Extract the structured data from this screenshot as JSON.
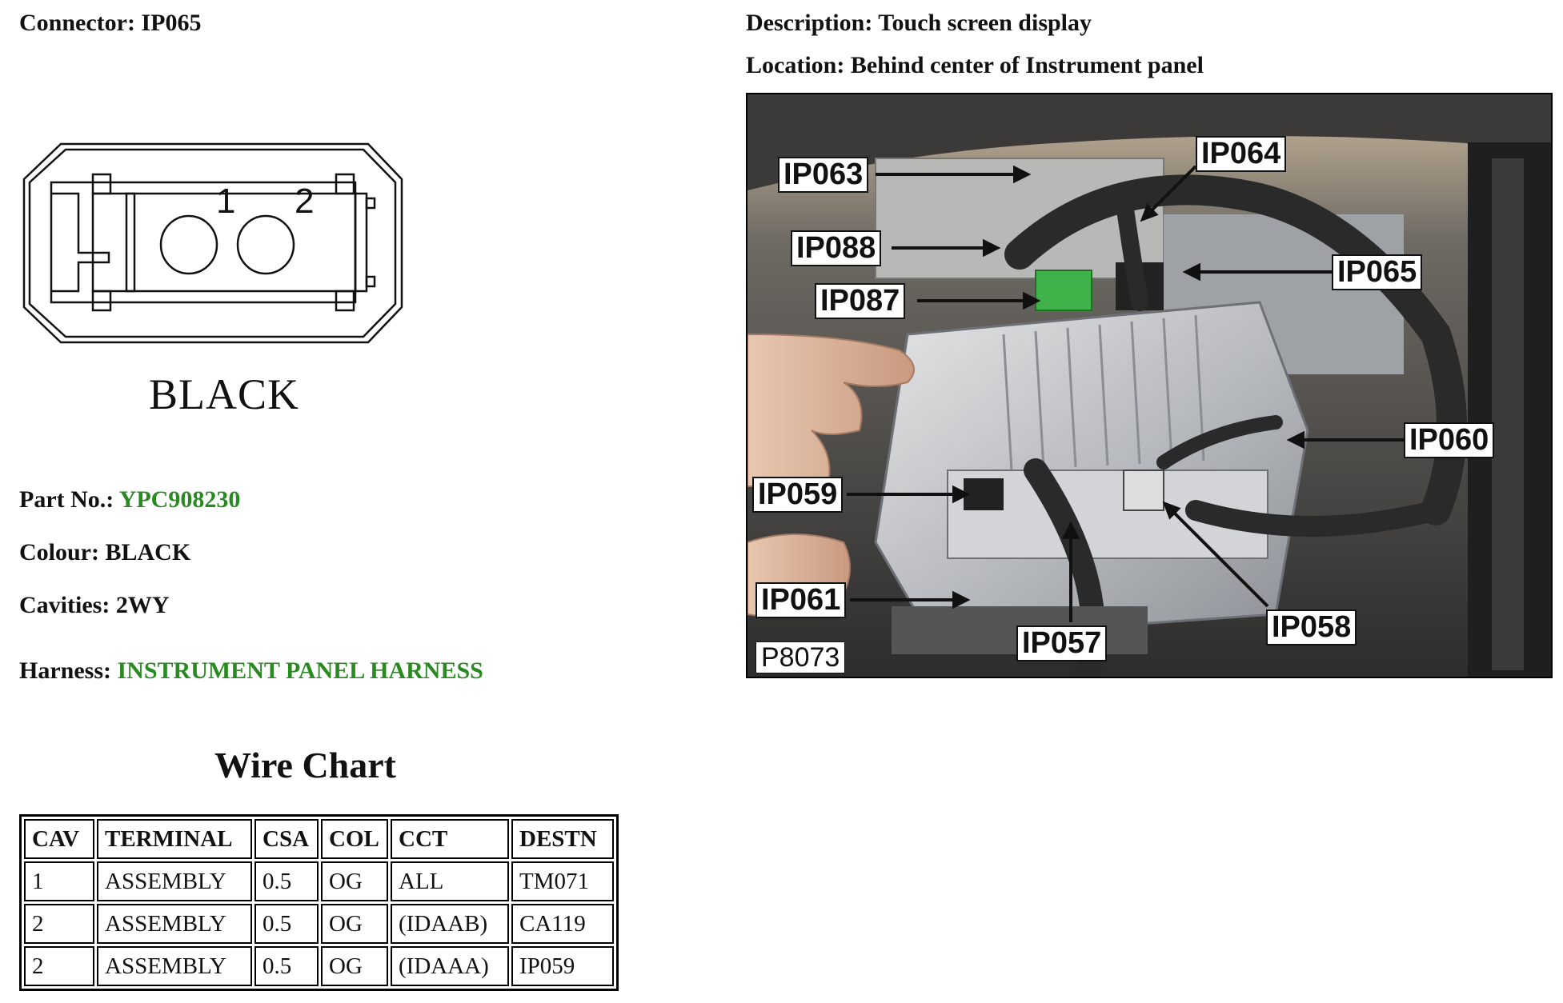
{
  "connector": {
    "label": "Connector:",
    "value": "IP065"
  },
  "description": {
    "label": "Description:",
    "value": "Touch screen display"
  },
  "location": {
    "label": "Location:",
    "value": "Behind center of Instrument panel"
  },
  "diagram": {
    "cavity_numbers": [
      "1",
      "2"
    ],
    "color_caption": "BLACK"
  },
  "part_no": {
    "label": "Part No.:",
    "value": "YPC908230"
  },
  "colour": {
    "label": "Colour:",
    "value": "BLACK"
  },
  "cavities": {
    "label": "Cavities:",
    "value": "2WY"
  },
  "harness": {
    "label": "Harness:",
    "value": "INSTRUMENT PANEL HARNESS"
  },
  "wire_chart": {
    "title": "Wire Chart",
    "headers": [
      "CAV",
      "TERMINAL",
      "CSA",
      "COL",
      "CCT",
      "DESTN"
    ],
    "rows": [
      [
        "1",
        "ASSEMBLY",
        "0.5",
        "OG",
        "ALL",
        "TM071"
      ],
      [
        "2",
        "ASSEMBLY",
        "0.5",
        "OG",
        "(IDAAB)",
        "CA119"
      ],
      [
        "2",
        "ASSEMBLY",
        "0.5",
        "OG",
        "(IDAAA)",
        "IP059"
      ]
    ]
  },
  "photo": {
    "id": "P8073",
    "callouts": [
      "IP063",
      "IP064",
      "IP088",
      "IP065",
      "IP087",
      "IP060",
      "IP059",
      "IP061",
      "IP057",
      "IP058"
    ]
  },
  "colors": {
    "link_green": "#2a8a22",
    "text": "#111111"
  }
}
